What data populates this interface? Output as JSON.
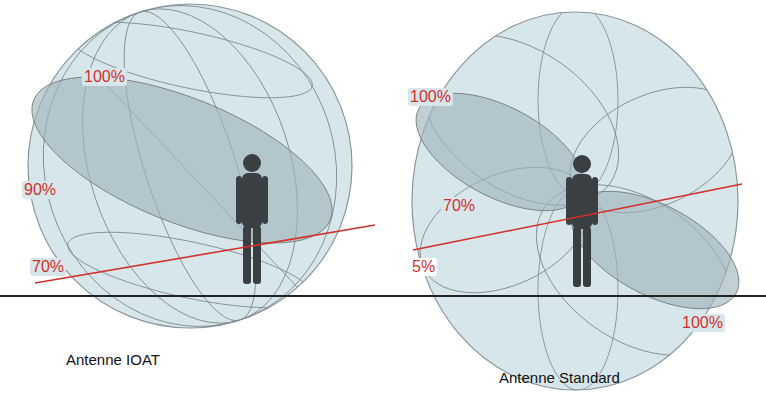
{
  "diagram": {
    "labels": [
      "100%",
      "90%",
      "70%",
      "Antenne IOAT",
      "100%",
      "70%",
      "5%",
      "100%",
      "Antenne Standard"
    ]
  }
}
